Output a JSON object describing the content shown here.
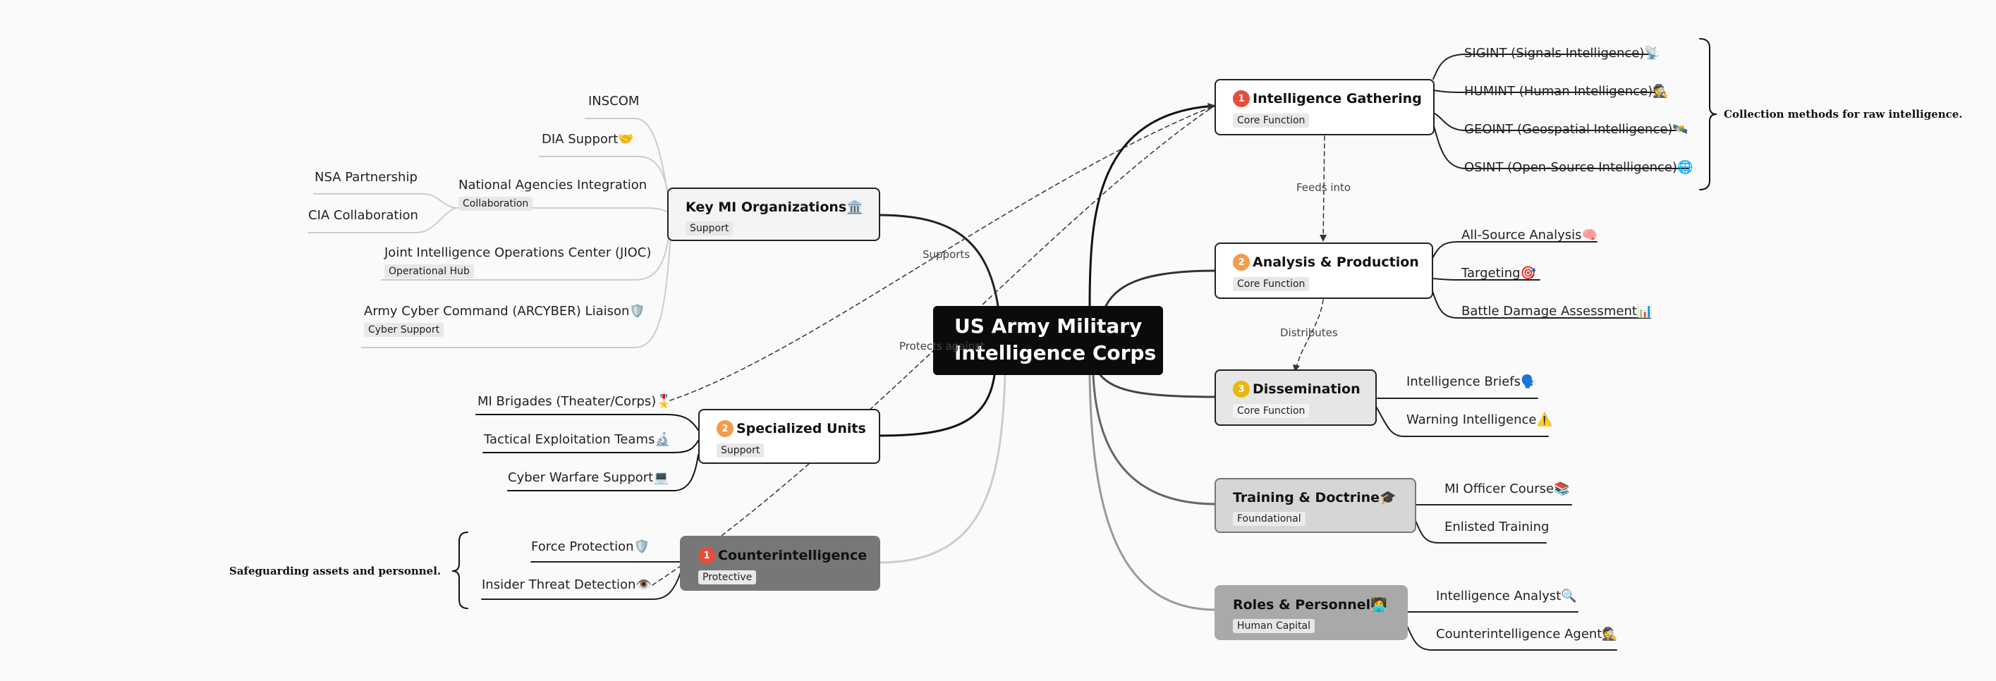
{
  "root": {
    "line1": "US Army Military",
    "line2": "Intelligence Corps"
  },
  "branches": {
    "gathering": {
      "num": "1",
      "title": "Intelligence Gathering",
      "tag": "Core Function",
      "children": [
        "SIGINT (Signals Intelligence)📡",
        "HUMINT (Human Intelligence)🕵️",
        "GEOINT (Geospatial Intelligence)🛰️",
        "OSINT (Open-Source Intelligence)🌐"
      ]
    },
    "analysis": {
      "num": "2",
      "title": "Analysis & Production",
      "tag": "Core Function",
      "children": [
        "All-Source Analysis🧠",
        "Targeting🎯",
        "Battle Damage Assessment📊"
      ]
    },
    "dissemination": {
      "num": "3",
      "title": "Dissemination",
      "tag": "Core Function",
      "children": [
        "Intelligence Briefs🗣️",
        "Warning Intelligence⚠️"
      ]
    },
    "training": {
      "title": "Training & Doctrine🎓",
      "tag": "Foundational",
      "children": [
        "MI Officer Course📚",
        "Enlisted Training"
      ]
    },
    "roles": {
      "title": "Roles & Personnel🧑‍💻",
      "tag": "Human Capital",
      "children": [
        "Intelligence Analyst🔍",
        "Counterintelligence Agent🕵️"
      ]
    },
    "orgs": {
      "title": "Key MI Organizations🏛️",
      "tag": "Support",
      "children": [
        "INSCOM",
        "DIA Support🤝"
      ],
      "national": {
        "label": "National Agencies Integration",
        "tag": "Collaboration",
        "children": [
          "NSA Partnership",
          "CIA Collaboration"
        ]
      },
      "jioc": {
        "label": "Joint Intelligence Operations Center (JIOC)",
        "tag": "Operational Hub"
      },
      "arcyber": {
        "label": "Army Cyber Command (ARCYBER) Liaison🛡️",
        "tag": "Cyber Support"
      }
    },
    "units": {
      "num": "2",
      "title": "Specialized Units",
      "tag": "Support",
      "children": [
        "MI Brigades (Theater/Corps)🎖️",
        "Tactical Exploitation Teams🔬",
        "Cyber Warfare Support💻"
      ]
    },
    "counter": {
      "num": "1",
      "title": "Counterintelligence",
      "tag": "Protective",
      "children": [
        "Force Protection🛡️",
        "Insider Threat Detection👁️"
      ]
    }
  },
  "relations": {
    "feeds": "Feeds into",
    "distributes": "Distributes",
    "supports": "Supports",
    "protects": "Protects against"
  },
  "summaries": {
    "gathering": "Collection methods for raw intelligence.",
    "counter": "Safeguarding assets and personnel."
  },
  "colors": {
    "root": "#0b0b0b",
    "badge1": "#e74c3c",
    "badge2": "#f39c4b",
    "badge3": "#e8b80f",
    "training_fill": "#d6d6d6",
    "roles_fill": "#a9a9a9",
    "counter_fill": "#777777"
  }
}
